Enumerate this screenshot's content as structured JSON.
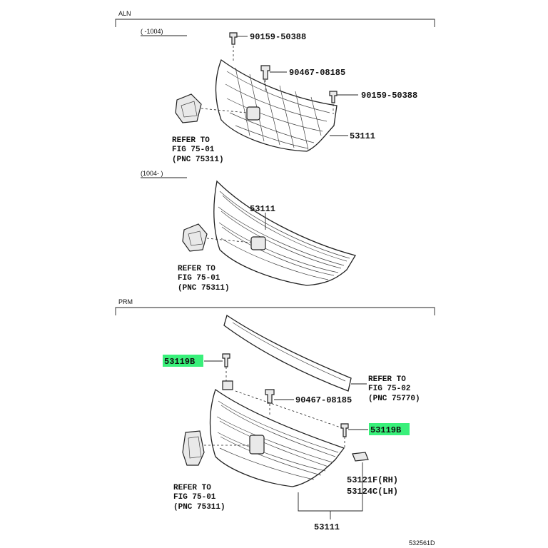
{
  "sections": {
    "aln": {
      "label": "ALN",
      "range_top": "(    -1004)",
      "range_mid": "(1004-    )"
    },
    "prm": {
      "label": "PRM"
    }
  },
  "parts": {
    "bolt_a": "90159-50388",
    "clip_a": "90467-08185",
    "bolt_b": "90159-50388",
    "grille_1": "53111",
    "grille_2": "53111",
    "clip_b": "90467-08185",
    "clip_c": "53119B",
    "clip_d": "53119B",
    "molding_rh": "53121F(RH)",
    "molding_lh": "53124C(LH)",
    "grille_3": "53111"
  },
  "refs": {
    "emblem_1": [
      "REFER TO",
      "FIG 75-01",
      "(PNC 75311)"
    ],
    "emblem_2": [
      "REFER TO",
      "FIG 75-01",
      "(PNC 75311)"
    ],
    "molding_ref": [
      "REFER TO",
      "FIG 75-02",
      "(PNC 75770)"
    ],
    "emblem_3": [
      "REFER TO",
      "FIG 75-01",
      "(PNC 75311)"
    ]
  },
  "diagram_id": "532561D",
  "colors": {
    "highlight": "#39f07a",
    "ink": "#222222"
  }
}
